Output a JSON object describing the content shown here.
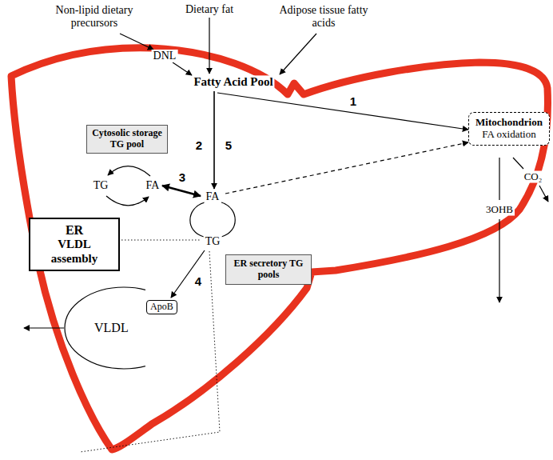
{
  "diagram": {
    "nodes": [
      {
        "text": [
          "Cytosolic storage TG pool"
        ]
      },
      {
        "text": [
          "ER",
          "VLDL assembly"
        ]
      },
      {
        "text": [
          "Mitochondrion",
          "FA oxidation"
        ]
      },
      {
        "text": [
          "ER secretory TG pools"
        ]
      },
      {
        "text": [
          "VLDL"
        ]
      },
      {
        "text": [
          "ApoB"
        ],
        "in": 4
      }
    ],
    "labels": [
      "Non-lipid dietary precursors",
      "Dietary fat",
      "Adipose tissue fatty acids",
      "DNL",
      "Fatty Acid Pool",
      "1",
      "2",
      "5",
      "3",
      "4",
      "TG",
      "FA",
      "FA",
      "TG",
      "CO₂",
      "3OHB"
    ]
  }
}
